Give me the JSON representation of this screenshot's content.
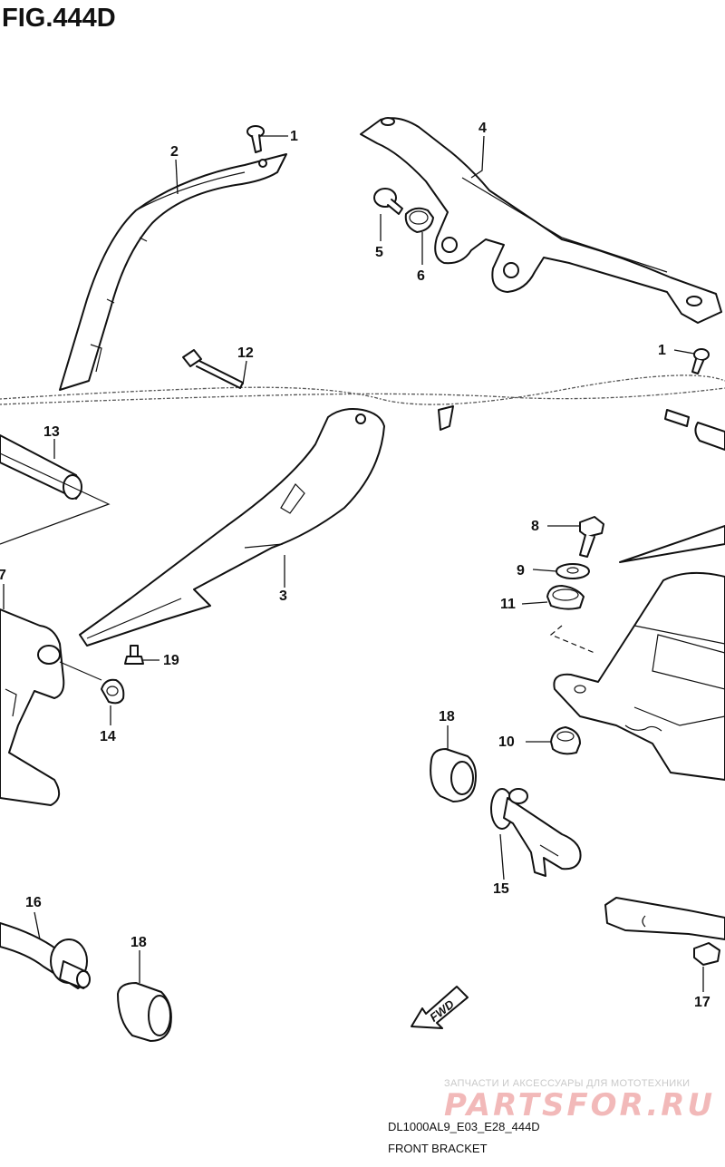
{
  "figure": {
    "title": "FIG.444D"
  },
  "callouts": {
    "c1a": "1",
    "c1b": "1",
    "c2": "2",
    "c3": "3",
    "c4": "4",
    "c5": "5",
    "c6": "6",
    "c7": "7",
    "c8": "8",
    "c9": "9",
    "c10": "10",
    "c11": "11",
    "c12": "12",
    "c13": "13",
    "c14": "14",
    "c15": "15",
    "c16": "16",
    "c17": "17",
    "c18a": "18",
    "c18b": "18",
    "c19": "19"
  },
  "direction_marker": {
    "label": "FWD"
  },
  "footer": {
    "model_code": "DL1000AL9_E03_E28_444D",
    "section_name": "FRONT BRACKET"
  },
  "watermark": {
    "tagline": "ЗАПЧАСТИ И АКСЕССУАРЫ ДЛЯ МОТОТЕХНИКИ",
    "brand": "PARTSFOR.RU"
  },
  "colors": {
    "line": "#111111",
    "background": "#ffffff",
    "watermark_brand": "#f2b9b9",
    "watermark_tagline": "#c9c9c9"
  }
}
